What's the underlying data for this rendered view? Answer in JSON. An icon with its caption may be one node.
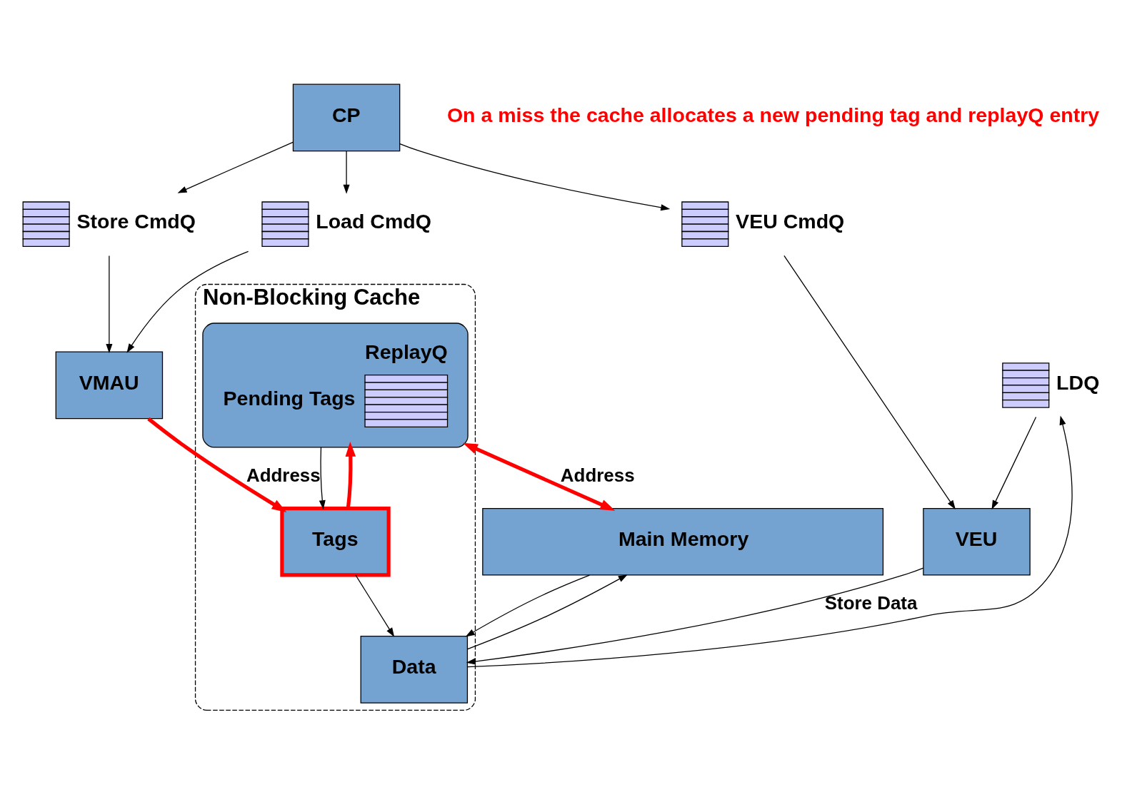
{
  "diagram": {
    "nodes": [
      {
        "text": [
          "CP"
        ]
      },
      {
        "text": [],
        "shape": "queue",
        "beside": [
          "Load CmdQ"
        ]
      },
      {
        "text": [],
        "shape": "queue",
        "beside": [
          "Store CmdQ"
        ]
      },
      {
        "text": [],
        "shape": "queue",
        "beside": [
          "VEU CmdQ"
        ]
      },
      {
        "text": [
          "VMAU"
        ]
      },
      {
        "text": [
          "VEU"
        ]
      },
      {
        "text": [],
        "shape": "queue",
        "beside": [
          "LDQ"
        ]
      },
      {
        "text": [
          "Non-Blocking Cache"
        ]
      },
      {
        "text": [
          "ReplayQ",
          "Pending Tags"
        ],
        "in": 7
      },
      {
        "text": [
          "Tags"
        ],
        "in": 7
      },
      {
        "text": [
          "Data"
        ],
        "in": 7
      },
      {
        "text": [
          "Main Memory"
        ]
      }
    ],
    "edges": [
      {
        "from": 0,
        "to": 1,
        "arrow": "to"
      },
      {
        "from": 0,
        "to": 2,
        "arrow": "to"
      },
      {
        "from": 0,
        "to": 3,
        "arrow": "to"
      },
      {
        "from": 1,
        "to": 4,
        "arrow": "to"
      },
      {
        "from": 2,
        "to": 4,
        "arrow": "to"
      },
      {
        "from": 3,
        "to": 5,
        "arrow": "to"
      },
      {
        "from": 4,
        "to": 9,
        "arrow": "to",
        "label": "Address",
        "style": "thick",
        "color": "#ff0000"
      },
      {
        "from": 9,
        "to": 8,
        "arrow": "to",
        "style": "thick",
        "color": "#ff0000"
      },
      {
        "from": 8,
        "to": 9,
        "arrow": "to"
      },
      {
        "from": 9,
        "to": 10,
        "arrow": "to"
      },
      {
        "from": 8,
        "to": 11,
        "arrow": "both",
        "label": "Address",
        "style": "thick",
        "color": "#ff0000"
      },
      {
        "from": 10,
        "to": 6,
        "arrow": "to"
      },
      {
        "from": 6,
        "to": 5,
        "arrow": "to"
      },
      {
        "from": 5,
        "to": 10,
        "arrow": "to",
        "label": "Store Data"
      },
      {
        "from": 11,
        "to": 10,
        "arrow": "to"
      },
      {
        "from": 10,
        "to": 11,
        "arrow": "to"
      }
    ],
    "labels": [
      "On a miss the cache allocates a new pending tag and replayQ entry"
    ]
  }
}
